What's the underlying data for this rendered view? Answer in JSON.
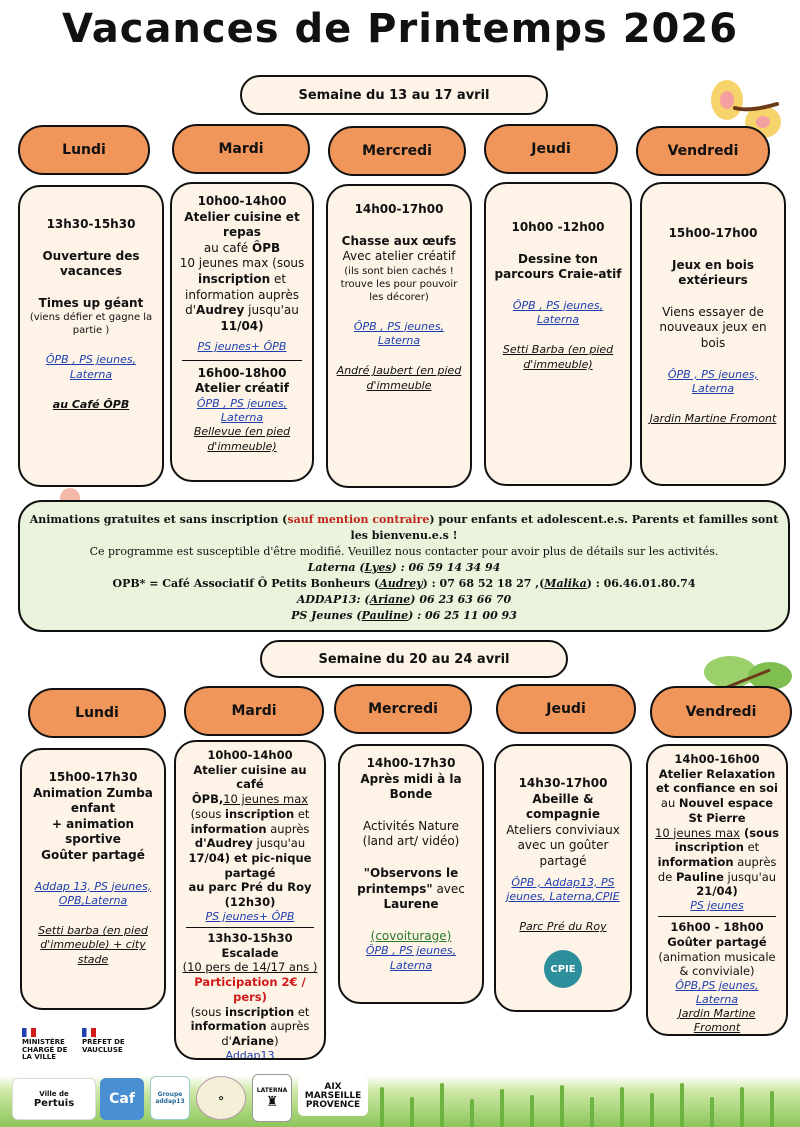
{
  "title": "Vacances de Printemps 2026",
  "week1": {
    "label": "Semaine du  13 au 17 avril",
    "days": [
      "Lundi",
      "Mardi",
      "Mercredi",
      "Jeudi",
      "Vendredi"
    ],
    "lundi": {
      "time": "13h30-15h30",
      "title": "Ouverture des vacances",
      "sub": "Times up géant",
      "note": "(viens défier et gagne la partie )",
      "partners": "ÔPB , PS jeunes, Laterna",
      "place": "au Café  ÔPB"
    },
    "mardi": {
      "time": "10h00-14h00",
      "title": "Atelier cuisine et repas",
      "at": "au café",
      "at_b": "ÔPB",
      "line1": "10 jeunes max (sous",
      "line2a": "inscription",
      "line2b": " et",
      "line3": "information auprès",
      "line4a": "d'",
      "line4b": "Audrey",
      "line4c": " jusqu'au",
      "line5": "11/04)",
      "partners": "PS jeunes+ ÔPB",
      "time2": "16h00-18h00",
      "title2": "Atelier créatif",
      "partners2": "ÔPB , PS jeunes, Laterna",
      "place2": "Bellevue (en pied d'immeuble)"
    },
    "mercredi": {
      "time": "14h00-17h00",
      "title": "Chasse  aux œufs",
      "sub": "Avec atelier créatif",
      "note": "(ils sont bien cachés ! trouve les pour pouvoir les décorer)",
      "partners": "ÔPB , PS jeunes, Laterna",
      "place_a": "A",
      "place_b": "ndré Jaubert (en pied d'immeuble"
    },
    "jeudi": {
      "time": "10h00 -12h00",
      "title": "Dessine ton parcours Craie-atif",
      "partners": "ÔPB , PS jeunes, Laterna",
      "place": "Setti Barba (en pied d'immeuble)"
    },
    "vendredi": {
      "time": "15h00-17h00",
      "title": "Jeux en bois extérieurs",
      "note": "Viens essayer de nouveaux jeux en bois",
      "partners": "ÔPB , PS jeunes, Laterna",
      "place": "Jardin Martine Fromont"
    }
  },
  "info": {
    "line1a": "Animations gratuites et sans inscription (",
    "line1b": "sauf mention contraire",
    "line1c": ") pour enfants et adolescent.e.s. Parents et familles sont les bienvenu.e.s !",
    "line2": "Ce programme est susceptible d'être modifié. Veuillez nous contacter pour avoir plus de détails sur les activités.",
    "laterna_a": "Laterna (",
    "laterna_b": "Lyes",
    "laterna_c": ") : 06 59 14 34 94",
    "opb_a": "OPB* = Café Associatif Ô Petits Bonheurs  (",
    "opb_b": "Audrey",
    "opb_c": ") : 07 68 52 18 27 ,(",
    "opb_d": "Malika",
    "opb_e": ")  : 06.46.01.80.74",
    "addap_a": "ADDAP13: (",
    "addap_b": "Ariane",
    "addap_c": ") 06 23 63 66 70",
    "ps_a": "PS Jeunes (",
    "ps_b": "Pauline",
    "ps_c": ") : 06 25 11 00 93"
  },
  "week2": {
    "label": "Semaine du 20 au 24 avril",
    "days": [
      "Lundi",
      "Mardi",
      "Mercredi",
      "Jeudi",
      "Vendredi"
    ],
    "lundi": {
      "time": "15h00-17h30",
      "title": "Animation Zumba enfant",
      "title2": "+ animation sportive",
      "title3": "Goûter partagé",
      "partners": "Addap 13, PS jeunes, OPB,Laterna",
      "place": "Setti barba (en pied d'immeuble) + city stade"
    },
    "mardi": {
      "time": "10h00-14h00",
      "title": "Atelier cuisine au café",
      "l2a": "ÔPB,",
      "l2b": "10 jeunes max",
      "l3a": "(sous ",
      "l3b": "inscription",
      "l3c": " et",
      "l4a": "information",
      "l4b": " auprès",
      "l5a": "d'Audrey",
      "l5b": " jusqu'au",
      "l6": "17/04) et pic-nique partagé",
      "l7": "au parc Pré du Roy (12h30)",
      "partners": "PS jeunes+ ÔPB",
      "time2": "13h30-15h30",
      "title2": "Escalade",
      "note2": "(10 pers de 14/17 ans  )",
      "price": "Participation 2€ / pers)",
      "l8a": "(sous ",
      "l8b": "inscription",
      "l8c": " et",
      "l9a": "information",
      "l9b": " auprès",
      "l10a": "d'",
      "l10b": "Ariane",
      "l10c": ")",
      "partners2": "Addap13"
    },
    "mercredi": {
      "time": "14h00-17h30",
      "title": "Après midi à la Bonde",
      "sub": "Activités Nature (land art/ vidéo)",
      "quote": "\"Observons le printemps\"",
      "with": " avec",
      "who": "Laurene",
      "transport": "(covoiturage)",
      "partners": "ÔPB , PS jeunes, Laterna"
    },
    "jeudi": {
      "time": "14h30-17h00",
      "title": "Abeille & compagnie",
      "sub": "Ateliers conviviaux avec un goûter partagé",
      "partners": "ÔPB , Addap13, PS jeunes, Laterna,CPIE",
      "place": "Parc Pré du Roy",
      "logo": "CPIE"
    },
    "vendredi": {
      "time": "14h00-16h00",
      "title": "Atelier Relaxation et confiance en soi",
      "at": "au ",
      "place": "Nouvel espace St Pierre",
      "l1a": "10 jeunes max",
      "l1b": " (sous",
      "l2a": "inscription",
      "l2b": " et",
      "l3a": "information",
      "l3b": " auprès",
      "l4a": "de ",
      "l4b": "Pauline",
      "l4c": " jusqu'au",
      "l5": "21/04)",
      "partners": "PS jeunes",
      "time2": "16h00 - 18h00",
      "title2": "Goûter partagé",
      "note2": "(animation musicale & conviviale)",
      "partners2": "ÔPB,PS jeunes, Laterna",
      "place2": "Jardin Martine Fromont"
    }
  },
  "logos": {
    "ministere": "MINISTÈRE CHARGÉ DE LA VILLE",
    "prefet": "PRÉFET DE VAUCLUSE",
    "pertuis_a": "Ville de",
    "pertuis_b": "Pertuis",
    "caf": "Caf",
    "addap": "Groupe addap13",
    "laterna": "LATERNA",
    "aix_a": "AIX",
    "aix_b": "MARSEILLE",
    "aix_c": "PROVENCE"
  },
  "colors": {
    "day": "#f0965a",
    "card": "#fdf3e6",
    "info": "#eaf3dc",
    "link": "#1f3fb0"
  }
}
